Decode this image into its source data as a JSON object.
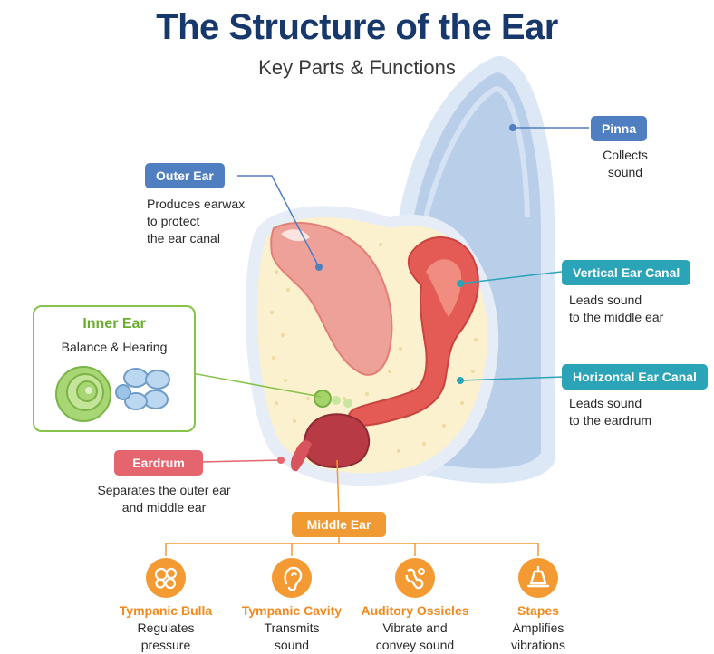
{
  "title": "The Structure of the Ear",
  "subtitle": "Key Parts & Functions",
  "pinna": {
    "label": "Pinna",
    "desc": [
      "Collects",
      "sound"
    ]
  },
  "outer_ear": {
    "label": "Outer Ear",
    "desc": [
      "Produces earwax",
      "to protect",
      "the ear canal"
    ]
  },
  "vertical_canal": {
    "label": "Vertical Ear Canal",
    "desc": [
      "Leads sound",
      "to the middle ear"
    ]
  },
  "horizontal_canal": {
    "label": "Horizontal Ear Canal",
    "desc": [
      "Leads sound",
      "to the eardrum"
    ]
  },
  "inner_ear": {
    "label": "Inner Ear",
    "desc": "Balance & Hearing"
  },
  "eardrum": {
    "label": "Eardrum",
    "desc": [
      "Separates the outer ear",
      "and middle ear"
    ]
  },
  "middle_ear": {
    "label": "Middle Ear",
    "parts": [
      {
        "label": "Tympanic Bulla",
        "desc": [
          "Regulates",
          "pressure"
        ],
        "icon": "bubbles-icon"
      },
      {
        "label": "Tympanic Cavity",
        "desc": [
          "Transmits",
          "sound"
        ],
        "icon": "ear-icon"
      },
      {
        "label": "Auditory Ossicles",
        "desc": [
          "Vibrate and",
          "convey sound"
        ],
        "icon": "bone-icon"
      },
      {
        "label": "Stapes",
        "desc": [
          "Amplifies",
          "vibrations"
        ],
        "icon": "stapes-icon"
      }
    ]
  },
  "colors": {
    "title": "#17386b",
    "blue": "#4f7fc0",
    "teal": "#2ba4b8",
    "red": "#e4656e",
    "orange": "#f09a33",
    "green": "#86c34a"
  }
}
